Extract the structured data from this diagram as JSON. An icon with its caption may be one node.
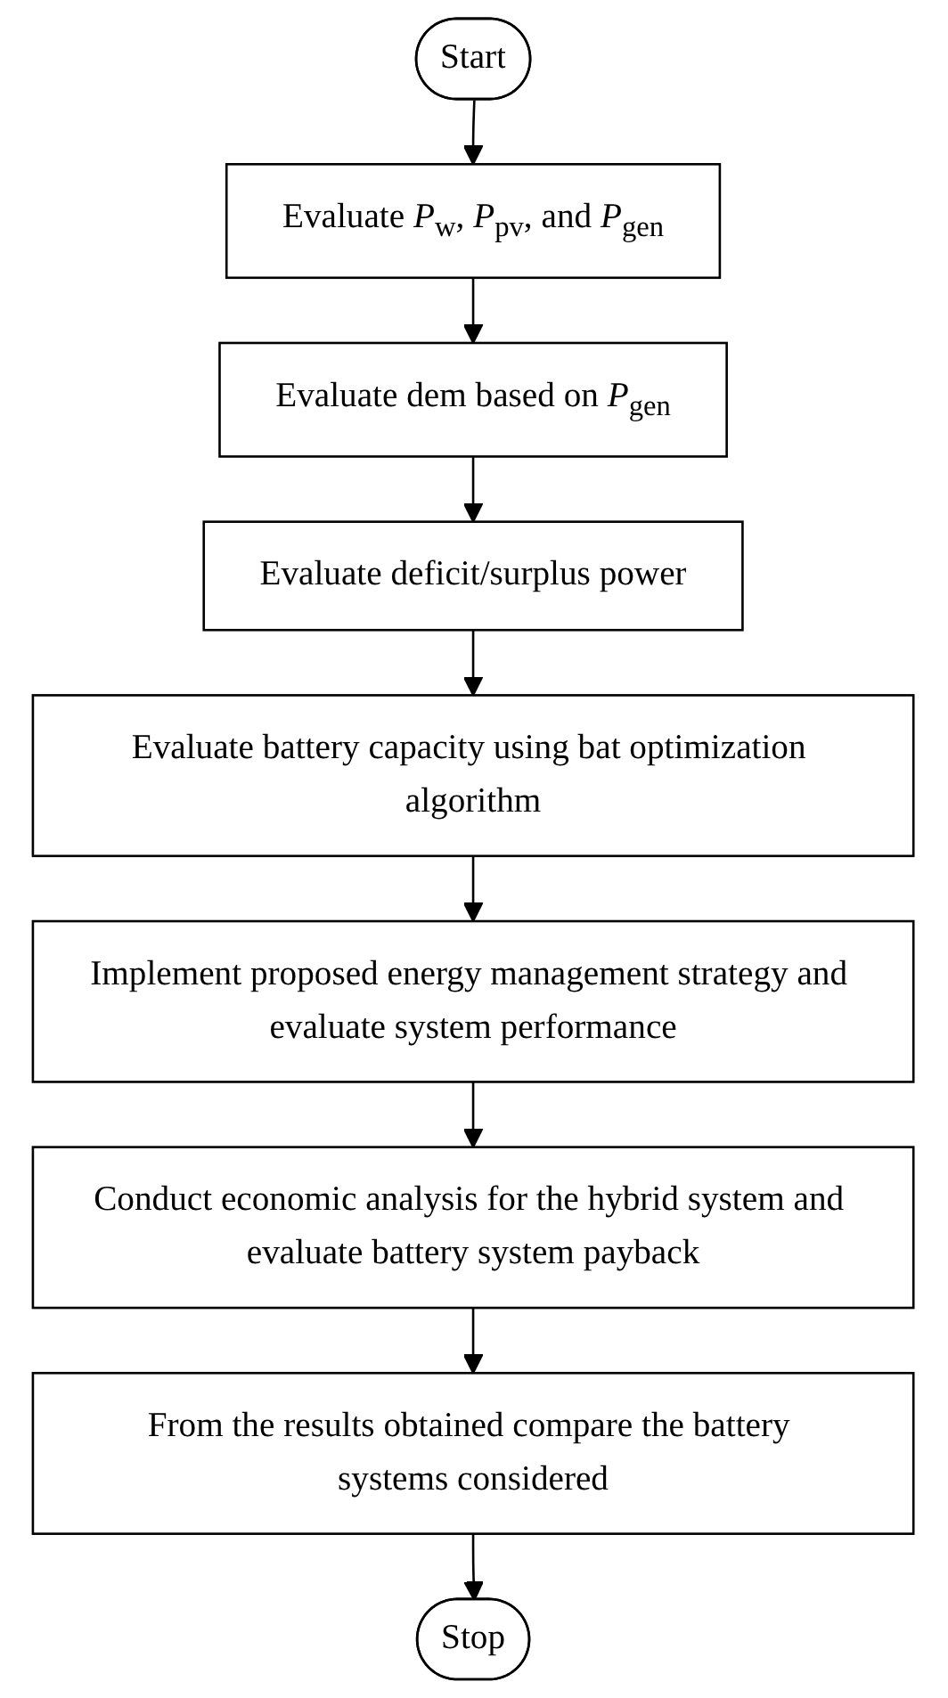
{
  "diagram": {
    "nodes": [
      {
        "text": [
          "Start"
        ]
      },
      {
        "text": [
          "Evaluate *P*$_{w}$, *P*$_{pv}$, and *P*$_{gen}$"
        ]
      },
      {
        "text": [
          "Evaluate dem based on *P*$_{gen}$"
        ]
      },
      {
        "text": [
          "Evaluate deficit/surplus power"
        ]
      },
      {
        "text": [
          "Evaluate battery capacity using bat optimization algorithm"
        ]
      },
      {
        "text": [
          "Implement proposed energy management strategy and evaluate system performance"
        ]
      },
      {
        "text": [
          "Conduct economic analysis for the hybrid system and evaluate battery system payback"
        ]
      },
      {
        "text": [
          "From the results obtained compare the battery systems considered"
        ]
      },
      {
        "text": [
          "Stop"
        ]
      }
    ],
    "edges": [
      {
        "from": 0,
        "to": 1,
        "arrow": "to"
      },
      {
        "from": 1,
        "to": 2,
        "arrow": "to"
      },
      {
        "from": 2,
        "to": 3,
        "arrow": "to"
      },
      {
        "from": 3,
        "to": 4,
        "arrow": "to"
      },
      {
        "from": 4,
        "to": 5,
        "arrow": "to"
      },
      {
        "from": 5,
        "to": 6,
        "arrow": "to"
      },
      {
        "from": 6,
        "to": 7,
        "arrow": "to"
      },
      {
        "from": 7,
        "to": 8,
        "arrow": "to"
      }
    ]
  }
}
